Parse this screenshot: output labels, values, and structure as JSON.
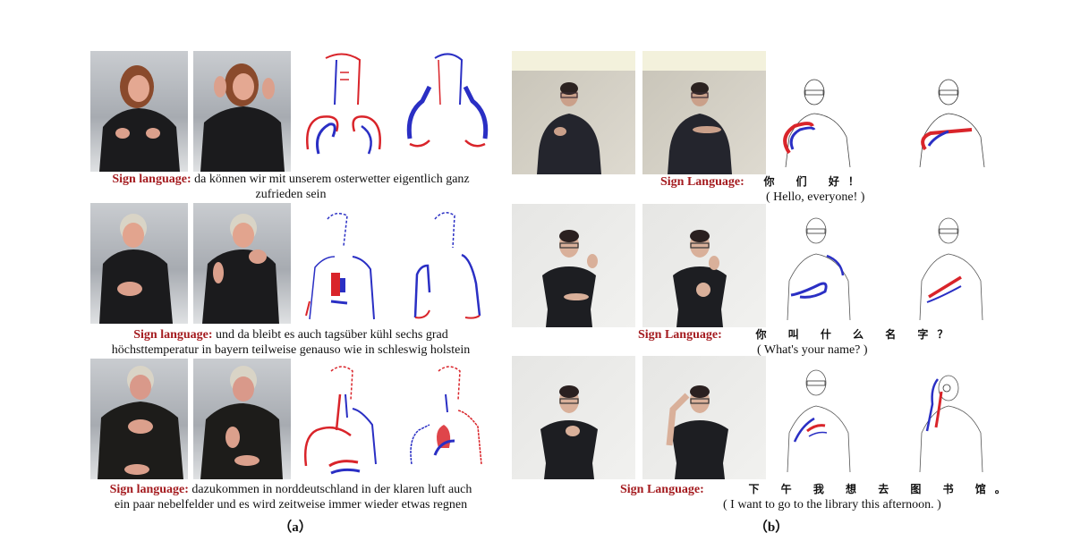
{
  "panel_a": {
    "label": "（a）",
    "rows": [
      {
        "prefix": "Sign language:",
        "text_line1": "da können wir mit unserem osterwetter eigentlich ganz",
        "text_line2": "zufrieden sein",
        "frames": [
          "rgb-frame-1",
          "rgb-frame-2",
          "event-frame-1",
          "event-frame-2"
        ],
        "signer": "woman with auburn hair, black blazer, grey gradient background"
      },
      {
        "prefix": "Sign language:",
        "text_line1": "und da bleibt es auch tagsüber kühl sechs grad",
        "text_line2": "höchsttemperatur in bayern teilweise genauso wie in schleswig holstein",
        "frames": [
          "rgb-frame-1",
          "rgb-frame-2",
          "event-frame-1",
          "event-frame-2"
        ],
        "signer": "woman with short blonde hair, black top, grey gradient background"
      },
      {
        "prefix": "Sign language:",
        "text_line1": "dazukommen in norddeutschland in der klaren luft auch",
        "text_line2": "ein paar nebelfelder und es wird zeitweise immer wieder etwas regnen",
        "frames": [
          "rgb-frame-1",
          "rgb-frame-2",
          "event-frame-1",
          "event-frame-2"
        ],
        "signer": "woman with short blonde hair, black shirt, grey gradient background"
      }
    ]
  },
  "panel_b": {
    "label": "（b）",
    "rows": [
      {
        "prefix": "Sign Language:",
        "chinese": "你 们 好！",
        "translation": "( Hello, everyone! )",
        "frames": [
          "rgb-frame-1",
          "rgb-frame-2",
          "event-frame-1",
          "event-frame-2"
        ]
      },
      {
        "prefix": "Sign Language:",
        "chinese": "你 叫 什 么 名 字？",
        "translation": "( What's your name? )",
        "frames": [
          "rgb-frame-1",
          "rgb-frame-2",
          "event-frame-1",
          "event-frame-2"
        ]
      },
      {
        "prefix": "Sign Language:",
        "chinese": "下 午 我 想 去 图 书 馆。",
        "translation": "( I want to go to the library this afternoon. )",
        "frames": [
          "rgb-frame-1",
          "rgb-frame-2",
          "event-frame-1",
          "event-frame-2"
        ]
      }
    ]
  },
  "colors": {
    "label_red": "#a41b1f",
    "event_red": "#d9242a",
    "event_blue": "#2a2fc4",
    "beige_banner": "#f3f1dc"
  }
}
